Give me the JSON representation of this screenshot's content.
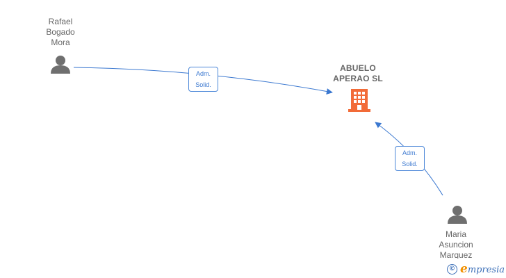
{
  "nodes": {
    "rafael": {
      "name": "Rafael\nBogado\nMora",
      "type": "person"
    },
    "company": {
      "name": "ABUELO\nAPERAO  SL",
      "type": "company"
    },
    "maria": {
      "name": "Maria\nAsuncion\nMarquez",
      "type": "person"
    }
  },
  "edges": [
    {
      "from": "rafael",
      "to": "company",
      "label": "Adm.\nSolid."
    },
    {
      "from": "maria",
      "to": "company",
      "label": "Adm.\nSolid."
    }
  ],
  "colors": {
    "edge": "#3b78d0",
    "person_icon": "#6f6f6f",
    "company_icon": "#f26b38",
    "text": "#666666"
  },
  "watermark": {
    "symbol": "©",
    "brand_initial": "e",
    "brand_rest": "mpresia"
  }
}
